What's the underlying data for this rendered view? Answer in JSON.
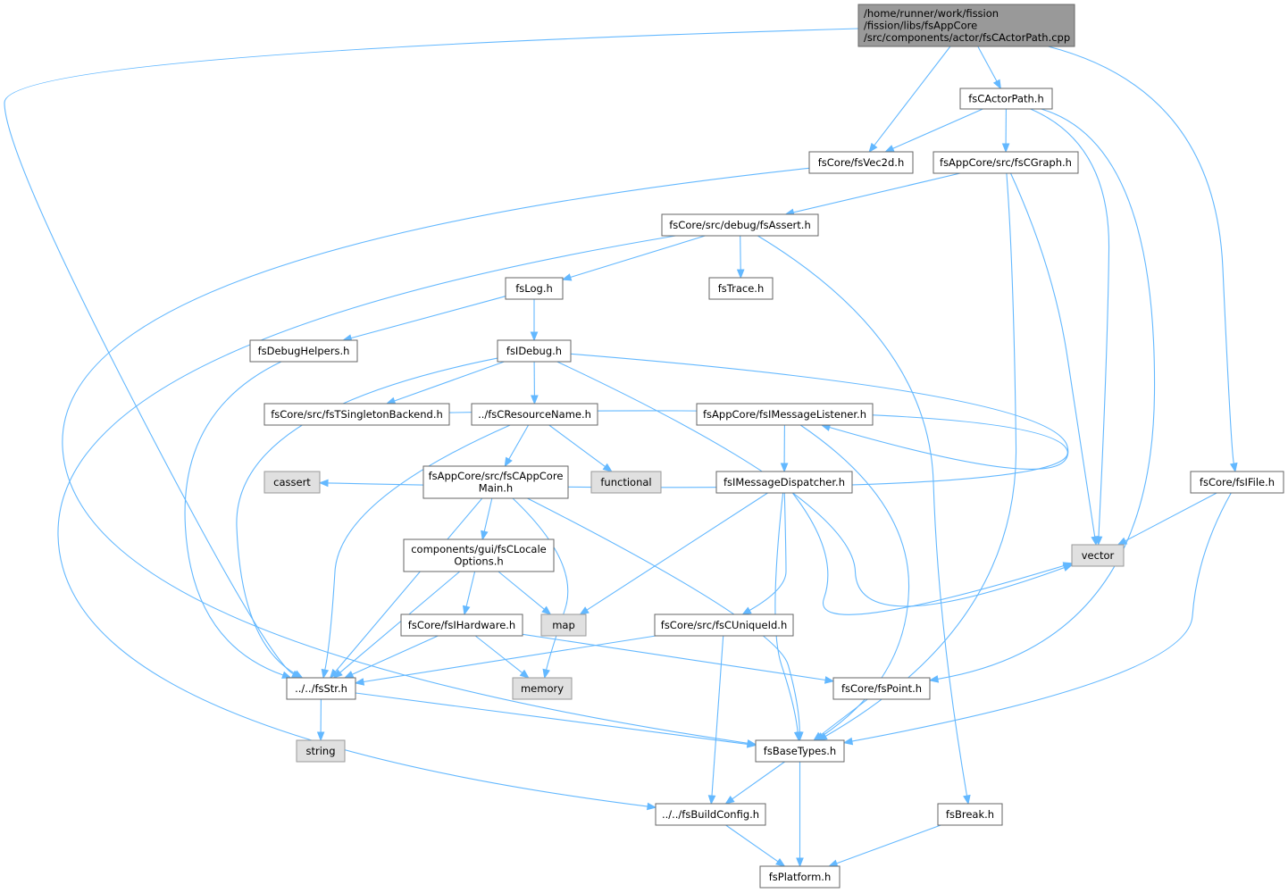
{
  "colors": {
    "edge": "#63b8ff",
    "main_node_fill": "#999999",
    "header_node_fill": "#ffffff",
    "system_node_fill": "#e0e0e0",
    "border": "#666666"
  },
  "nodes": [
    {
      "id": "root",
      "kind": "main",
      "lines": [
        "/home/runner/work/fission",
        "/fission/libs/fsAppCore",
        "/src/components/actor/fsCActorPath.cpp"
      ]
    },
    {
      "id": "fsCActorPath_h",
      "kind": "header",
      "lines": [
        "fsCActorPath.h"
      ]
    },
    {
      "id": "fsVec2d_h",
      "kind": "header",
      "lines": [
        "fsCore/fsVec2d.h"
      ]
    },
    {
      "id": "fsCGraph_h",
      "kind": "header",
      "lines": [
        "fsAppCore/src/fsCGraph.h"
      ]
    },
    {
      "id": "fsAssert_h",
      "kind": "header",
      "lines": [
        "fsCore/src/debug/fsAssert.h"
      ]
    },
    {
      "id": "fsLog_h",
      "kind": "header",
      "lines": [
        "fsLog.h"
      ]
    },
    {
      "id": "fsTrace_h",
      "kind": "header",
      "lines": [
        "fsTrace.h"
      ]
    },
    {
      "id": "fsDebugHelpers_h",
      "kind": "header",
      "lines": [
        "fsDebugHelpers.h"
      ]
    },
    {
      "id": "fsIDebug_h",
      "kind": "header",
      "lines": [
        "fsIDebug.h"
      ]
    },
    {
      "id": "fsTSingletonBackend_h",
      "kind": "header",
      "lines": [
        "fsCore/src/fsTSingletonBackend.h"
      ]
    },
    {
      "id": "fsCResourceName_h",
      "kind": "header",
      "lines": [
        "../fsCResourceName.h"
      ]
    },
    {
      "id": "fsIMessageListener_h",
      "kind": "header",
      "lines": [
        "fsAppCore/fsIMessageListener.h"
      ]
    },
    {
      "id": "cassert",
      "kind": "system",
      "lines": [
        "cassert"
      ]
    },
    {
      "id": "fsCAppCoreMain_h",
      "kind": "header",
      "lines": [
        "fsAppCore/src/fsCAppCore",
        "Main.h"
      ]
    },
    {
      "id": "functional",
      "kind": "system",
      "lines": [
        "functional"
      ]
    },
    {
      "id": "fsIMessageDispatcher_h",
      "kind": "header",
      "lines": [
        "fsIMessageDispatcher.h"
      ]
    },
    {
      "id": "fsIFile_h",
      "kind": "header",
      "lines": [
        "fsCore/fsIFile.h"
      ]
    },
    {
      "id": "vector",
      "kind": "system",
      "lines": [
        "vector"
      ]
    },
    {
      "id": "fsCLocaleOptions_h",
      "kind": "header",
      "lines": [
        "components/gui/fsCLocale",
        "Options.h"
      ]
    },
    {
      "id": "map",
      "kind": "system",
      "lines": [
        "map"
      ]
    },
    {
      "id": "fsIHardware_h",
      "kind": "header",
      "lines": [
        "fsCore/fsIHardware.h"
      ]
    },
    {
      "id": "fsCUniqueId_h",
      "kind": "header",
      "lines": [
        "fsCore/src/fsCUniqueId.h"
      ]
    },
    {
      "id": "fsStr_h",
      "kind": "header",
      "lines": [
        "../../fsStr.h"
      ]
    },
    {
      "id": "memory",
      "kind": "system",
      "lines": [
        "memory"
      ]
    },
    {
      "id": "fsPoint_h",
      "kind": "header",
      "lines": [
        "fsCore/fsPoint.h"
      ]
    },
    {
      "id": "string",
      "kind": "system",
      "lines": [
        "string"
      ]
    },
    {
      "id": "fsBaseTypes_h",
      "kind": "header",
      "lines": [
        "fsBaseTypes.h"
      ]
    },
    {
      "id": "fsBuildConfig_h",
      "kind": "header",
      "lines": [
        "../../fsBuildConfig.h"
      ]
    },
    {
      "id": "fsBreak_h",
      "kind": "header",
      "lines": [
        "fsBreak.h"
      ]
    },
    {
      "id": "fsPlatform_h",
      "kind": "header",
      "lines": [
        "fsPlatform.h"
      ]
    }
  ],
  "edges": [
    {
      "from": "root",
      "to": "fsStr_h"
    },
    {
      "from": "root",
      "to": "fsVec2d_h"
    },
    {
      "from": "root",
      "to": "fsCActorPath_h"
    },
    {
      "from": "root",
      "to": "fsIFile_h"
    },
    {
      "from": "fsCActorPath_h",
      "to": "fsVec2d_h"
    },
    {
      "from": "fsCActorPath_h",
      "to": "fsCGraph_h"
    },
    {
      "from": "fsCActorPath_h",
      "to": "vector"
    },
    {
      "from": "fsCActorPath_h",
      "to": "fsPoint_h"
    },
    {
      "from": "fsVec2d_h",
      "to": "fsBaseTypes_h"
    },
    {
      "from": "fsCGraph_h",
      "to": "fsAssert_h"
    },
    {
      "from": "fsCGraph_h",
      "to": "fsBaseTypes_h"
    },
    {
      "from": "fsCGraph_h",
      "to": "vector"
    },
    {
      "from": "fsAssert_h",
      "to": "fsLog_h"
    },
    {
      "from": "fsAssert_h",
      "to": "fsTrace_h"
    },
    {
      "from": "fsAssert_h",
      "to": "fsBuildConfig_h"
    },
    {
      "from": "fsAssert_h",
      "to": "fsBreak_h"
    },
    {
      "from": "fsLog_h",
      "to": "fsDebugHelpers_h"
    },
    {
      "from": "fsLog_h",
      "to": "fsIDebug_h"
    },
    {
      "from": "fsDebugHelpers_h",
      "to": "fsStr_h"
    },
    {
      "from": "fsIDebug_h",
      "to": "fsStr_h"
    },
    {
      "from": "fsIDebug_h",
      "to": "fsTSingletonBackend_h"
    },
    {
      "from": "fsIDebug_h",
      "to": "fsCResourceName_h"
    },
    {
      "from": "fsIDebug_h",
      "to": "fsIMessageListener_h"
    },
    {
      "from": "fsIDebug_h",
      "to": "vector"
    },
    {
      "from": "fsTSingletonBackend_h",
      "to": "cassert"
    },
    {
      "from": "fsCResourceName_h",
      "to": "fsStr_h"
    },
    {
      "from": "fsCResourceName_h",
      "to": "fsCAppCoreMain_h"
    },
    {
      "from": "fsCResourceName_h",
      "to": "functional"
    },
    {
      "from": "fsIMessageListener_h",
      "to": "fsIMessageDispatcher_h"
    },
    {
      "from": "fsIMessageListener_h",
      "to": "fsBaseTypes_h"
    },
    {
      "from": "fsCAppCoreMain_h",
      "to": "fsStr_h"
    },
    {
      "from": "fsCAppCoreMain_h",
      "to": "fsCLocaleOptions_h"
    },
    {
      "from": "fsCAppCoreMain_h",
      "to": "memory"
    },
    {
      "from": "fsCAppCoreMain_h",
      "to": "fsBaseTypes_h"
    },
    {
      "from": "fsIMessageDispatcher_h",
      "to": "map"
    },
    {
      "from": "fsIMessageDispatcher_h",
      "to": "fsCUniqueId_h"
    },
    {
      "from": "fsIMessageDispatcher_h",
      "to": "fsBaseTypes_h"
    },
    {
      "from": "fsIMessageDispatcher_h",
      "to": "vector"
    },
    {
      "from": "fsIFile_h",
      "to": "vector"
    },
    {
      "from": "fsIFile_h",
      "to": "fsBaseTypes_h"
    },
    {
      "from": "fsCLocaleOptions_h",
      "to": "fsStr_h"
    },
    {
      "from": "fsCLocaleOptions_h",
      "to": "fsIHardware_h"
    },
    {
      "from": "fsCLocaleOptions_h",
      "to": "map"
    },
    {
      "from": "fsIHardware_h",
      "to": "fsStr_h"
    },
    {
      "from": "fsIHardware_h",
      "to": "memory"
    },
    {
      "from": "fsIHardware_h",
      "to": "fsPoint_h"
    },
    {
      "from": "fsCUniqueId_h",
      "to": "fsStr_h"
    },
    {
      "from": "fsCUniqueId_h",
      "to": "fsBuildConfig_h"
    },
    {
      "from": "fsStr_h",
      "to": "string"
    },
    {
      "from": "fsStr_h",
      "to": "fsBaseTypes_h"
    },
    {
      "from": "fsPoint_h",
      "to": "fsBaseTypes_h"
    },
    {
      "from": "fsBaseTypes_h",
      "to": "fsBuildConfig_h"
    },
    {
      "from": "fsBaseTypes_h",
      "to": "fsPlatform_h"
    },
    {
      "from": "fsBuildConfig_h",
      "to": "fsPlatform_h"
    },
    {
      "from": "fsBreak_h",
      "to": "fsPlatform_h"
    }
  ]
}
